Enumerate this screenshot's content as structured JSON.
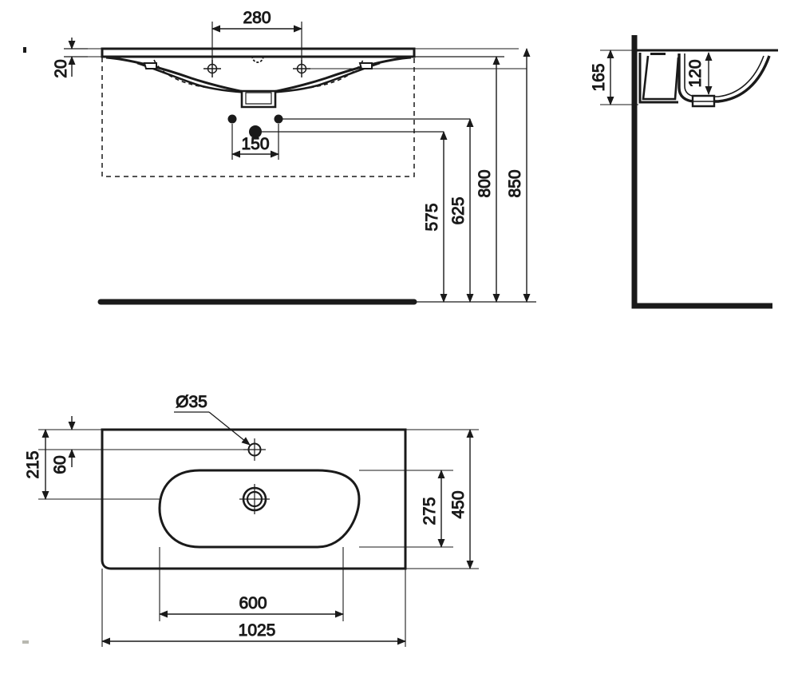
{
  "drawing": {
    "type": "technical-drawing",
    "subject": "wall-hung washbasin / vanity basin",
    "units": "mm",
    "views": [
      {
        "name": "front-elevation",
        "position": "top-left"
      },
      {
        "name": "side-elevation",
        "position": "top-right"
      },
      {
        "name": "plan-top-view",
        "position": "bottom-left"
      }
    ]
  },
  "front_view": {
    "dimensions": {
      "top_width_280": "280",
      "basin_thickness_20": "20",
      "waste_offset_150": "150",
      "height_575": "575",
      "height_625": "625",
      "height_800": "800",
      "height_850": "850"
    }
  },
  "side_view": {
    "dimensions": {
      "depth_165": "165",
      "bowl_depth_120": "120"
    }
  },
  "plan_view": {
    "dimensions": {
      "tap_hole_diameter": "Ø35",
      "back_to_centre_215": "215",
      "back_to_taphole_60": "60",
      "bowl_depth_275": "275",
      "overall_depth_450": "450",
      "bowl_width_600": "600",
      "overall_width_1025": "1025"
    }
  },
  "style": {
    "line_color": "#1a1a1a",
    "background": "#ffffff",
    "heavy_stroke": "3",
    "light_stroke": "1"
  }
}
